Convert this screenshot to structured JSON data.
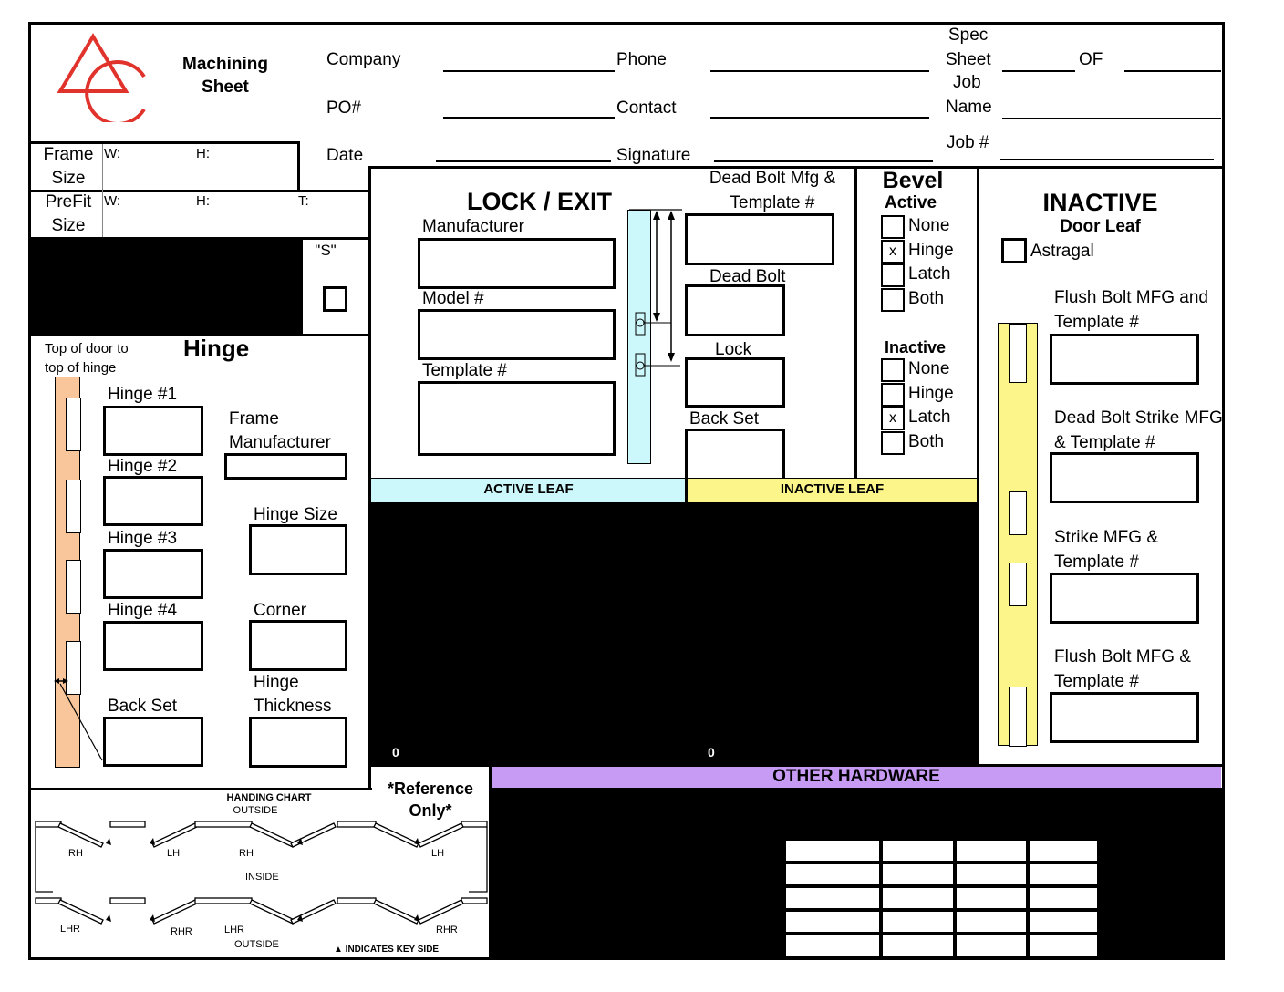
{
  "header": {
    "title_line1": "Machining",
    "title_line2": "Sheet",
    "company_label": "Company",
    "po_label": "PO#",
    "date_label": "Date",
    "phone_label": "Phone",
    "contact_label": "Contact",
    "signature_label": "Signature",
    "spec_label": "Spec",
    "sheet_label": "Sheet",
    "of_label": "OF",
    "job_label": "Job",
    "name_label": "Name",
    "jobno_label": "Job #"
  },
  "frame": {
    "frame_size_1": "Frame",
    "frame_size_2": "Size",
    "prefit_1": "PreFit",
    "prefit_2": "Size",
    "w": "W:",
    "h": "H:",
    "t": "T:",
    "s_label": "\"S\""
  },
  "hinge": {
    "title": "Hinge",
    "top_note_1": "Top of door to",
    "top_note_2": "top of hinge",
    "hinge1": "Hinge #1",
    "hinge2": "Hinge #2",
    "hinge3": "Hinge #3",
    "hinge4": "Hinge #4",
    "back_set": "Back Set",
    "frame_mfr_1": "Frame",
    "frame_mfr_2": "Manufacturer",
    "hinge_size": "Hinge Size",
    "corner": "Corner",
    "thickness_1": "Hinge",
    "thickness_2": "Thickness"
  },
  "lock": {
    "title": "LOCK / EXIT",
    "manufacturer": "Manufacturer",
    "model": "Model #",
    "template": "Template #",
    "deadbolt_mfg_1": "Dead Bolt Mfg &",
    "deadbolt_mfg_2": "Template #",
    "dead_bolt": "Dead Bolt",
    "lock": "Lock",
    "back_set": "Back Set"
  },
  "bevel": {
    "title": "Bevel",
    "active": "Active",
    "inactive": "Inactive",
    "active_options": [
      {
        "label": "None",
        "mark": ""
      },
      {
        "label": "Hinge",
        "mark": "x"
      },
      {
        "label": "Latch",
        "mark": ""
      },
      {
        "label": "Both",
        "mark": ""
      }
    ],
    "inactive_options": [
      {
        "label": "None",
        "mark": ""
      },
      {
        "label": "Hinge",
        "mark": ""
      },
      {
        "label": "Latch",
        "mark": "x"
      },
      {
        "label": "Both",
        "mark": ""
      }
    ]
  },
  "inactive": {
    "title": "INACTIVE",
    "subtitle": "Door Leaf",
    "astragal": "Astragal",
    "flush_bolt_1a": "Flush Bolt MFG and",
    "flush_bolt_1b": "Template #",
    "dbs_a": "Dead Bolt Strike MFG",
    "dbs_b": "& Template #",
    "strike_a": "Strike MFG &",
    "strike_b": "Template #",
    "flush_bolt_2a": "Flush Bolt MFG &",
    "flush_bolt_2b": "Template #"
  },
  "leaves": {
    "active": "ACTIVE LEAF",
    "inactive": "INACTIVE LEAF",
    "zero_left": "0",
    "zero_right": "0"
  },
  "colors": {
    "logo_red": "#e0332b",
    "active_leaf": "#ccf7fb",
    "inactive_leaf": "#fbf58a",
    "hinge_strip": "#f8c69a",
    "other_hw": "#c79bf3"
  },
  "handing": {
    "title": "HANDING CHART",
    "outside_top": "OUTSIDE",
    "inside": "INSIDE",
    "outside_bottom": "OUTSIDE",
    "rh1": "RH",
    "lh1": "LH",
    "rh2": "RH",
    "lh2": "LH",
    "lhr1": "LHR",
    "rhr1": "RHR",
    "lhr2": "LHR",
    "rhr2": "RHR",
    "key_note": "▲ INDICATES KEY SIDE"
  },
  "reference": {
    "line1": "*Reference",
    "line2": "Only*"
  },
  "other_hardware": {
    "title": "OTHER HARDWARE"
  }
}
